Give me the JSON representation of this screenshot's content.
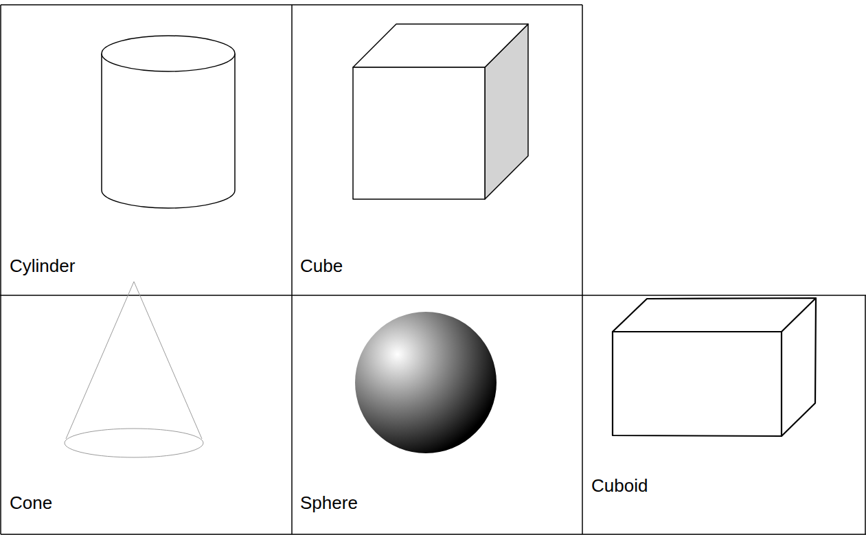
{
  "diagram": {
    "labels": [
      "Cylinder",
      "Cube",
      "Cone",
      "Sphere",
      "Cuboid"
    ]
  }
}
